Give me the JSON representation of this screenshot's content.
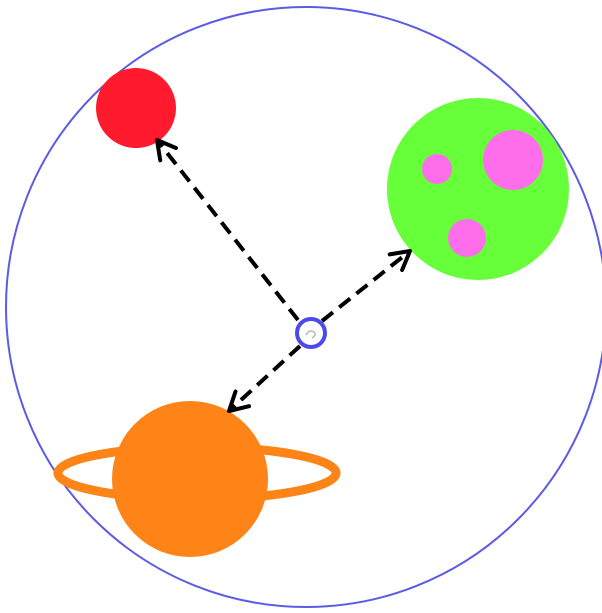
{
  "diagram": {
    "colors": {
      "background": "#ffffff",
      "boundary": "#5b5be6",
      "arrow": "#000000",
      "center_marker": "#4a4aee",
      "red_planet": "#ff1a2e",
      "green_planet": "#66ff3a",
      "green_planet_spots": "#ff6eea",
      "orange_planet": "#ff8417"
    },
    "objects": [
      {
        "id": "boundary-circle",
        "kind": "outline-circle",
        "color_key": "boundary"
      },
      {
        "id": "red-planet",
        "kind": "planet",
        "color_key": "red_planet"
      },
      {
        "id": "green-planet",
        "kind": "planet-with-spots",
        "color_key": "green_planet",
        "spot_count": 3
      },
      {
        "id": "orange-planet",
        "kind": "ringed-planet",
        "color_key": "orange_planet"
      },
      {
        "id": "center-marker",
        "kind": "ring",
        "color_key": "center_marker"
      }
    ],
    "arrows": [
      {
        "from": "center-marker",
        "to": "red-planet",
        "style": "dashed"
      },
      {
        "from": "center-marker",
        "to": "green-planet",
        "style": "dashed"
      },
      {
        "from": "center-marker",
        "to": "orange-planet",
        "style": "dashed"
      }
    ]
  }
}
